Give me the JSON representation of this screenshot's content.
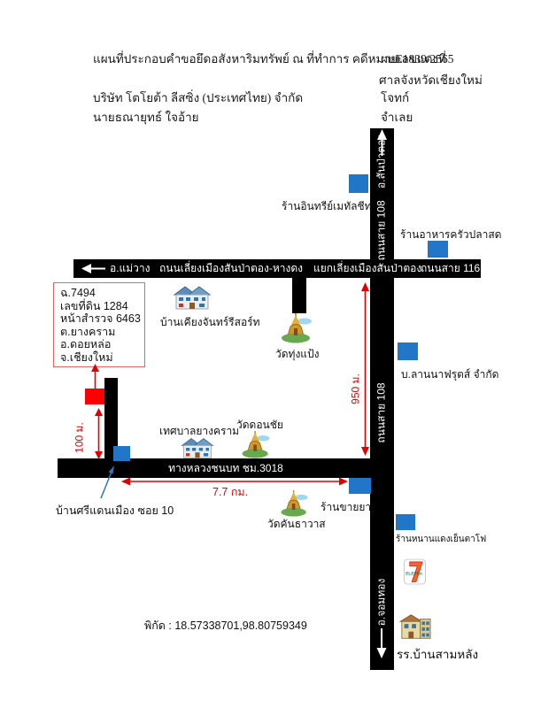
{
  "header": {
    "title": "แผนที่ประกอบคำขอยึดอสังหาริมทรัพย์ ณ ที่ทำการ คดีหมายเลขแดงที่",
    "case_no": "ผบE1839/2565",
    "court": "ศาลจังหวัดเชียงใหม่",
    "plaintiff": "บริษัท โตโยต้า ลีสซิ่ง (ประเทศไทย) จำกัด",
    "plaintiff_role": "โจทก์",
    "defendant": "นายธณายุทธ์  ใจอ้าย",
    "defendant_role": "จำเลย"
  },
  "roads": {
    "route108": {
      "name": "ถนนสาย 108",
      "north_dest": "อ.สันป่าตอง",
      "south_dest": "อ.จอมทอง"
    },
    "bypass": {
      "west_dest": "อ.แม่วาง",
      "name": "ถนนเลี่ยงเมืองสันป่าตอง-หางดง",
      "junction_label": "แยกเลี่ยงเมืองสันป่าตอง",
      "east_name": "ถนนสาย 116"
    },
    "rural": {
      "name": "ทางหลวงชนบท ชม.3018"
    }
  },
  "property_box": {
    "lines": [
      "ฉ.7494",
      "เลขที่ดิน 1284",
      "หน้าสำรวจ 6463",
      "ต.ยางคราม",
      "อ.ดอยหล่อ",
      "จ.เชียงใหม่"
    ]
  },
  "measurements": {
    "property_to_road": "100 ม.",
    "road108_segment": "950 ม.",
    "rural_road_distance": "7.7 กม."
  },
  "landmarks": {
    "metal_sheet_shop": "ร้านอินทรีย์เมทัลชีท",
    "krua_pla_sod_restaurant": "ร้านอาหารครัวปลาสด",
    "kiang_chan_resort": "บ้านเคียงจันทร์รีสอร์ท",
    "wat_thung_paeng": "วัดทุ่งแป้ง",
    "lanna_fruits_co": "บ.ลานนาฟรุตส์ จำกัด",
    "yang_khram_municipality": "เทศบาลยางคราม",
    "wat_don_chai": "วัดดอนชัย",
    "ban_sri_daen_mueang": "บ้านศรีแดนเมือง ซอย 10",
    "wat_khanthawat": "วัดคันธาวาส",
    "pharmacy": "ร้านขายยา",
    "yen_ta_fo_shop": "ร้านหนานแดงเย็นตาโฟ",
    "ban_sam_lang_school": "รร.บ้านสามหลัง"
  },
  "seven_eleven": {
    "word": "ELEVEn"
  },
  "coordinates": "พิกัด : 18.57338701,98.80759349",
  "colors": {
    "road": "#000000",
    "landmark_marker_blue": "#2176c7",
    "property_marker_red": "#fe0000",
    "measure_arrow_red": "#e00000",
    "property_box_border": "#e06666",
    "pointer_arrow_blue": "#2e75b6"
  }
}
